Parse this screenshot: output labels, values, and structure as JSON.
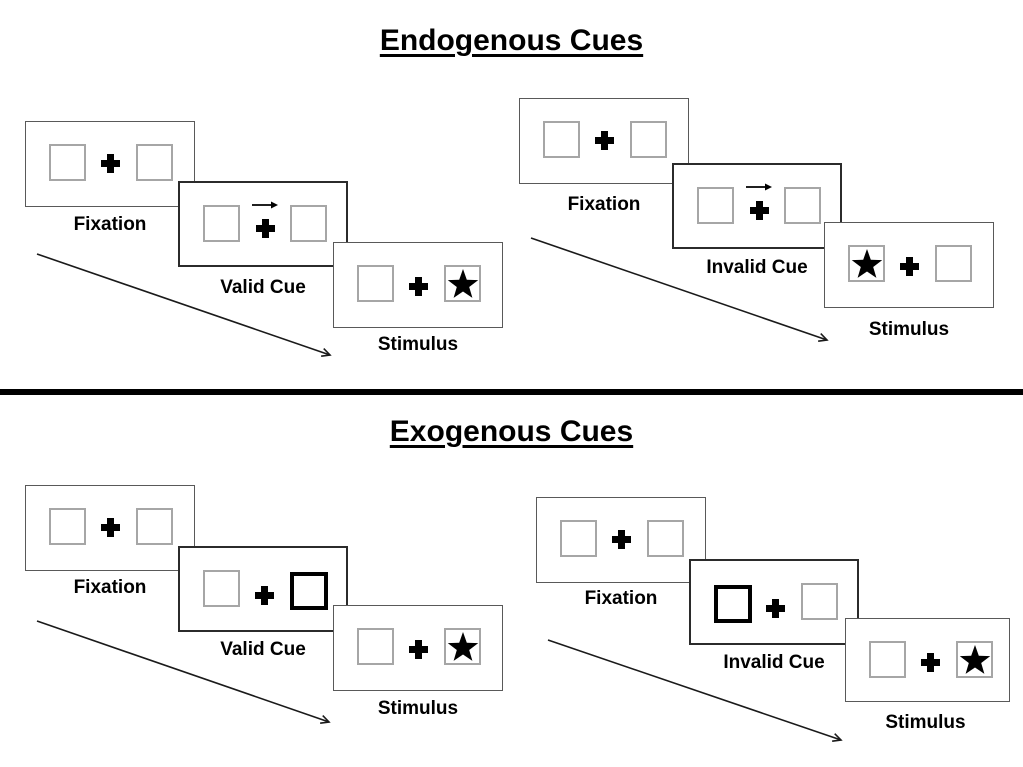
{
  "sections": {
    "endogenous": {
      "title": "Endogenous Cues",
      "valid": {
        "fixation": "Fixation",
        "cue": "Valid Cue",
        "stimulus": "Stimulus",
        "cue_type": "central thin arrow pointing right above fixation cross",
        "stimulus_star_side": "right"
      },
      "invalid": {
        "fixation": "Fixation",
        "cue": "Invalid Cue",
        "stimulus": "Stimulus",
        "cue_type": "central thin arrow pointing right above fixation cross",
        "stimulus_star_side": "left"
      }
    },
    "exogenous": {
      "title": "Exogenous Cues",
      "valid": {
        "fixation": "Fixation",
        "cue": "Valid Cue",
        "stimulus": "Stimulus",
        "cue_type": "right box outlined bold black",
        "stimulus_star_side": "right"
      },
      "invalid": {
        "fixation": "Fixation",
        "cue": "Invalid Cue",
        "stimulus": "Stimulus",
        "cue_type": "left box outlined bold black",
        "stimulus_star_side": "right"
      }
    }
  },
  "icons": {
    "fixation_cross": "heavy plus cross",
    "endogenous_cue_arrow": "thin right arrow",
    "target": "filled five-point star",
    "sequence_arrow": "long diagonal arrow pointing down-right"
  },
  "colors": {
    "ink": "#000000",
    "background": "#ffffff",
    "square_border": "#a6a6a6",
    "panel_border": "#595959",
    "cue_panel_border": "#2b2b2b",
    "arrow_color": "#1a1a1a"
  }
}
